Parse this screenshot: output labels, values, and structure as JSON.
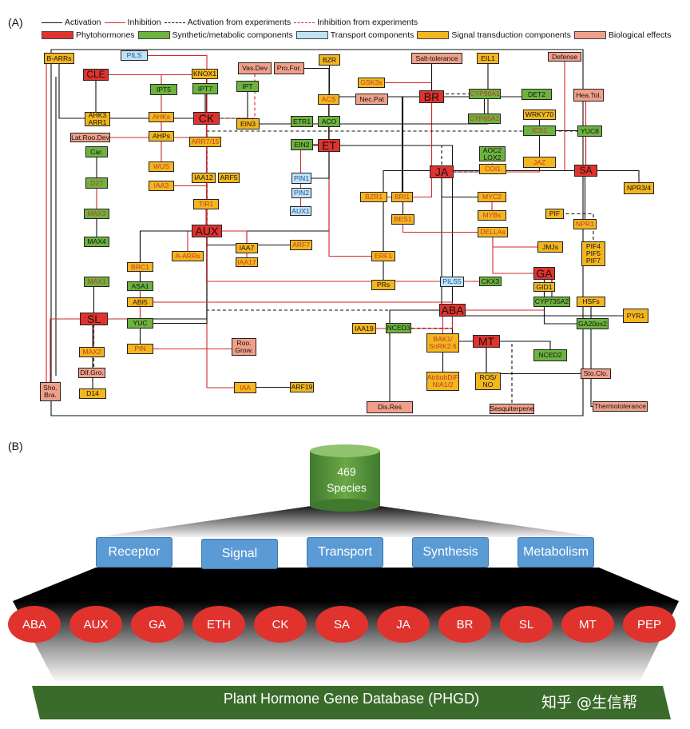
{
  "panel_a_label": "(A)",
  "panel_b_label": "(B)",
  "legend": {
    "line_types": [
      {
        "label": "Activation",
        "color": "#111111",
        "style": "solid-arrow"
      },
      {
        "label": "Inhibition",
        "color": "#d62728",
        "style": "solid-bar"
      },
      {
        "label": "Activation from experiments",
        "color": "#111111",
        "style": "dashed-arrow"
      },
      {
        "label": "Inhibition from experiments",
        "color": "#d62728",
        "style": "dashed-bar"
      }
    ],
    "categories": [
      {
        "label": "Phytohormones",
        "color": "#e0332e"
      },
      {
        "label": "Synthetic/metabolic components",
        "color": "#6db33f"
      },
      {
        "label": "Transport components",
        "color": "#bfe3f5"
      },
      {
        "label": "Signal transduction components",
        "color": "#f3b61f"
      },
      {
        "label": "Biological effects",
        "color": "#f0a08a"
      }
    ]
  },
  "network_nodes": [
    {
      "id": "b_arrs",
      "text": "B-ARRs",
      "type": "sigk"
    },
    {
      "id": "pils",
      "text": "PILS",
      "type": "tra"
    },
    {
      "id": "vas_dev",
      "text": "Vas.Dev",
      "type": "bio"
    },
    {
      "id": "pro_for",
      "text": "Pro.For.",
      "type": "bio"
    },
    {
      "id": "bzr",
      "text": "BZR",
      "type": "sigk"
    },
    {
      "id": "salt_tol",
      "text": "Salt-tolerance",
      "type": "bio"
    },
    {
      "id": "eil1",
      "text": "EIL1",
      "type": "sigk"
    },
    {
      "id": "defense",
      "text": "Defense",
      "type": "bio"
    },
    {
      "id": "cle",
      "text": "CLE",
      "type": "phy"
    },
    {
      "id": "knox1",
      "text": "KNOX1",
      "type": "sigk"
    },
    {
      "id": "gsk3s",
      "text": "GSK3s",
      "type": "sig"
    },
    {
      "id": "ipt5",
      "text": "IPT5",
      "type": "syn"
    },
    {
      "id": "ipt7",
      "text": "IPT7",
      "type": "syn"
    },
    {
      "id": "ipt",
      "text": "IPT",
      "type": "syn"
    },
    {
      "id": "acs",
      "text": "ACS",
      "type": "sig"
    },
    {
      "id": "nec_pat",
      "text": "Nec.Pat",
      "type": "bio"
    },
    {
      "id": "br",
      "text": "BR",
      "type": "phy"
    },
    {
      "id": "cyp90a1",
      "text": "CYP90A1",
      "type": "synr"
    },
    {
      "id": "det2",
      "text": "DET2",
      "type": "syn"
    },
    {
      "id": "hea_tol",
      "text": "Hea.Tol.",
      "type": "bio"
    },
    {
      "id": "ahk3",
      "text": "AHK3\nARR1",
      "type": "sigk"
    },
    {
      "id": "ahks",
      "text": "AHKs",
      "type": "sig"
    },
    {
      "id": "ck",
      "text": "CK",
      "type": "phy"
    },
    {
      "id": "ein3",
      "text": "EIN3",
      "type": "sigk"
    },
    {
      "id": "etr1",
      "text": "ETR1",
      "type": "syn"
    },
    {
      "id": "aco",
      "text": "ACO",
      "type": "syn"
    },
    {
      "id": "cyp85a1",
      "text": "CYP85A1",
      "type": "synr"
    },
    {
      "id": "wrky70",
      "text": "WRKY70",
      "type": "sigk"
    },
    {
      "id": "lat_roo",
      "text": "Lat.Roo.Dev",
      "type": "bio"
    },
    {
      "id": "ahps",
      "text": "AHPs",
      "type": "sigk"
    },
    {
      "id": "arr7",
      "text": "ARR7/15",
      "type": "sig"
    },
    {
      "id": "ics1",
      "text": "ICS1",
      "type": "synr"
    },
    {
      "id": "yuc8",
      "text": "YUC8",
      "type": "syn"
    },
    {
      "id": "car",
      "text": "Car.",
      "type": "syn"
    },
    {
      "id": "ein2",
      "text": "EIN2",
      "type": "syn"
    },
    {
      "id": "et",
      "text": "ET",
      "type": "phy"
    },
    {
      "id": "aoc2",
      "text": "AOC2\nLOX2",
      "type": "syn"
    },
    {
      "id": "wus",
      "text": "WUS",
      "type": "sig"
    },
    {
      "id": "coi1",
      "text": "COI1",
      "type": "sig"
    },
    {
      "id": "jaz",
      "text": "JAZ",
      "type": "sig"
    },
    {
      "id": "d27",
      "text": "D27",
      "type": "synr"
    },
    {
      "id": "iaa3",
      "text": "IAA3",
      "type": "sig"
    },
    {
      "id": "iaa12",
      "text": "IAA12",
      "type": "sigk"
    },
    {
      "id": "arf5",
      "text": "ARF5",
      "type": "sigk"
    },
    {
      "id": "pin1",
      "text": "PIN1",
      "type": "tra"
    },
    {
      "id": "ja",
      "text": "JA",
      "type": "phy"
    },
    {
      "id": "sa",
      "text": "SA",
      "type": "phy"
    },
    {
      "id": "npr34",
      "text": "NPR3/4",
      "type": "sigk"
    },
    {
      "id": "pin2",
      "text": "PIN2",
      "type": "tra"
    },
    {
      "id": "bzr1",
      "text": "BZR1",
      "type": "sig"
    },
    {
      "id": "bri1",
      "text": "BRI1",
      "type": "sig"
    },
    {
      "id": "myc2",
      "text": "MYC2",
      "type": "sig"
    },
    {
      "id": "max3",
      "text": "MAX3",
      "type": "synr"
    },
    {
      "id": "tir1",
      "text": "TIR1",
      "type": "sig"
    },
    {
      "id": "aux1",
      "text": "AUX1",
      "type": "tra"
    },
    {
      "id": "bes1",
      "text": "BES1",
      "type": "sig"
    },
    {
      "id": "mybs",
      "text": "MYBs",
      "type": "sig"
    },
    {
      "id": "pif",
      "text": "PIF",
      "type": "sigk"
    },
    {
      "id": "npr1",
      "text": "NPR1",
      "type": "sig"
    },
    {
      "id": "aux",
      "text": "AUX",
      "type": "phy"
    },
    {
      "id": "dellas",
      "text": "DELLAs",
      "type": "sig"
    },
    {
      "id": "max4",
      "text": "MAX4",
      "type": "syn"
    },
    {
      "id": "iaa7",
      "text": "IAA7",
      "type": "sigk"
    },
    {
      "id": "arf7",
      "text": "ARF7",
      "type": "sig"
    },
    {
      "id": "jmjs",
      "text": "JMJs",
      "type": "sigk"
    },
    {
      "id": "pif4",
      "text": "PIF4\nPIF5\nPIF7",
      "type": "sigk"
    },
    {
      "id": "a_arrs",
      "text": "A-ARRs",
      "type": "sig"
    },
    {
      "id": "erf1",
      "text": "ERF1",
      "type": "sig"
    },
    {
      "id": "brc1",
      "text": "BRC1",
      "type": "sig"
    },
    {
      "id": "iaa17",
      "text": "IAA17",
      "type": "sig"
    },
    {
      "id": "pils5",
      "text": "PILS5",
      "type": "tra"
    },
    {
      "id": "ckx3",
      "text": "CKX3",
      "type": "syn"
    },
    {
      "id": "ga",
      "text": "GA",
      "type": "phy"
    },
    {
      "id": "max1",
      "text": "MAX1",
      "type": "synr"
    },
    {
      "id": "asa1",
      "text": "ASA1",
      "type": "syn"
    },
    {
      "id": "prs",
      "text": "PRs",
      "type": "sigk"
    },
    {
      "id": "gid1",
      "text": "GID1",
      "type": "sigk"
    },
    {
      "id": "abi5",
      "text": "ABI5",
      "type": "sigk"
    },
    {
      "id": "cyp735a2",
      "text": "CYP735A2",
      "type": "syn"
    },
    {
      "id": "hsfs",
      "text": "HSFs",
      "type": "sigk"
    },
    {
      "id": "aba",
      "text": "ABA",
      "type": "phy"
    },
    {
      "id": "sl",
      "text": "SL",
      "type": "phy"
    },
    {
      "id": "pyr1",
      "text": "PYR1",
      "type": "sigk"
    },
    {
      "id": "yuc",
      "text": "YUC",
      "type": "syn"
    },
    {
      "id": "iaa19",
      "text": "IAA19",
      "type": "sigk"
    },
    {
      "id": "nced3",
      "text": "NCED3",
      "type": "syn"
    },
    {
      "id": "ga20ox2",
      "text": "GA20ox2",
      "type": "syn"
    },
    {
      "id": "bak1",
      "text": "BAK1/\nSnRK2.6",
      "type": "sig"
    },
    {
      "id": "mt",
      "text": "MT",
      "type": "phy"
    },
    {
      "id": "roo_grow",
      "text": "Roo.\nGrow.",
      "type": "bio"
    },
    {
      "id": "max2",
      "text": "MAX2",
      "type": "sig"
    },
    {
      "id": "pin",
      "text": "PIN",
      "type": "sig"
    },
    {
      "id": "nced2",
      "text": "NCED2",
      "type": "syn"
    },
    {
      "id": "dif_gro",
      "text": "Dif.Gro.",
      "type": "bio"
    },
    {
      "id": "sto_clo",
      "text": "Sto.Clo.",
      "type": "bio"
    },
    {
      "id": "sho_bra",
      "text": "Sho.\nBra.",
      "type": "bio"
    },
    {
      "id": "iaa",
      "text": "IAA",
      "type": "sig"
    },
    {
      "id": "arf19",
      "text": "ARF19",
      "type": "sigk"
    },
    {
      "id": "atrboh",
      "text": "AtrbohD/F\nNIA1/2",
      "type": "sig"
    },
    {
      "id": "ros_no",
      "text": "ROS/\nNO",
      "type": "sigk"
    },
    {
      "id": "d14",
      "text": "D14",
      "type": "sigk"
    },
    {
      "id": "dis_res",
      "text": "Dis.Res",
      "type": "bio"
    },
    {
      "id": "sesquiterpene",
      "text": "Sesquiterpene",
      "type": "bio"
    },
    {
      "id": "thermotolerance",
      "text": "Thermotolerance",
      "type": "bio"
    }
  ],
  "database": {
    "count": "469",
    "count_label": "Species",
    "categories": [
      "Receptor",
      "Signal",
      "Transport",
      "Synthesis",
      "Metabolism"
    ],
    "hormones": [
      "ABA",
      "AUX",
      "GA",
      "ETH",
      "CK",
      "SA",
      "JA",
      "BR",
      "SL",
      "MT",
      "PEP"
    ],
    "title": "Plant Hormone Gene Database (PHGD)",
    "watermark": "知乎 @生信帮"
  },
  "colors": {
    "phytohormone": "#e0332e",
    "synthetic": "#6db33f",
    "transport": "#bfe3f5",
    "signal": "#f3b61f",
    "biological": "#f0a08a",
    "category_box": "#5b9bd5",
    "db_base": "#3b6b2a"
  }
}
